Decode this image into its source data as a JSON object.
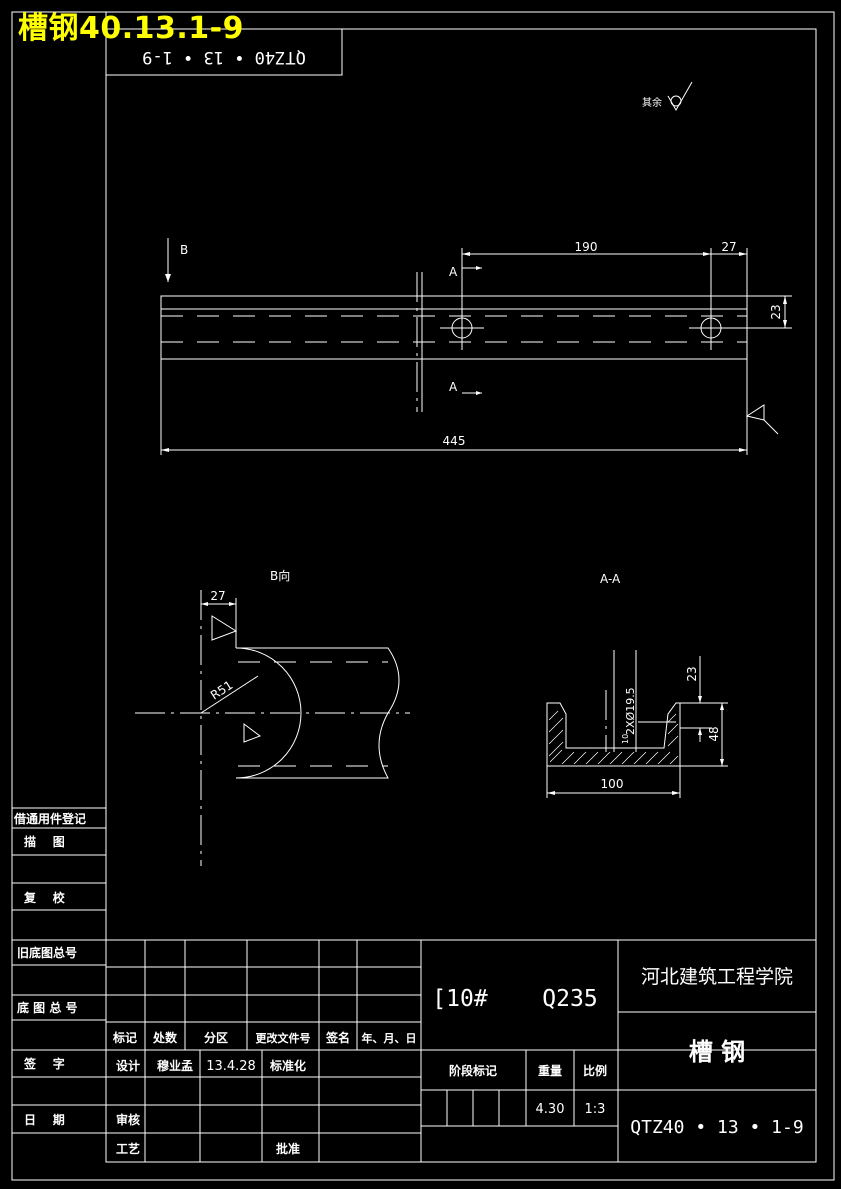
{
  "overlay_title": "槽钢40.13.1-9",
  "corner_code": "QTZ40 • 13 • 1-9",
  "roughness_note": "其余",
  "views": {
    "section_label_b": "B",
    "section_label_a": "A",
    "view_b_title": "B向",
    "view_aa_title": "A-A"
  },
  "dimensions": {
    "hole_spacing": "190",
    "edge_offset": "27",
    "hole_height": "23",
    "overall_length": "445",
    "view_b_offset": "27",
    "radius": "R51",
    "hole_dia": "2XØ19.5",
    "flange_small": "10",
    "section_height_23": "23",
    "section_height_48": "48",
    "section_width": "100"
  },
  "left_strip": {
    "registry": "借通用件登记",
    "trace": "描    图",
    "check": "复    校",
    "old_base_no": "旧底图总号",
    "base_no": "底 图 总 号",
    "signature": "签    字",
    "date": "日    期"
  },
  "title_block": {
    "material_spec": "[10#",
    "material_grade": "Q235",
    "institution": "河北建筑工程学院",
    "part_name": "槽 钢",
    "drawing_no": "QTZ40 • 13 • 1-9",
    "headers": [
      "标记",
      "处数",
      "分区",
      "更改文件号",
      "签名",
      "年、月、日"
    ],
    "design_label": "设计",
    "designer": "穆业孟",
    "design_date": "13.4.28",
    "standard_label": "标准化",
    "review_label": "审核",
    "process_label": "工艺",
    "approve_label": "批准",
    "stage_label": "阶段标记",
    "weight_label": "重量",
    "scale_label": "比例",
    "weight": "4.30",
    "scale": "1:3"
  }
}
